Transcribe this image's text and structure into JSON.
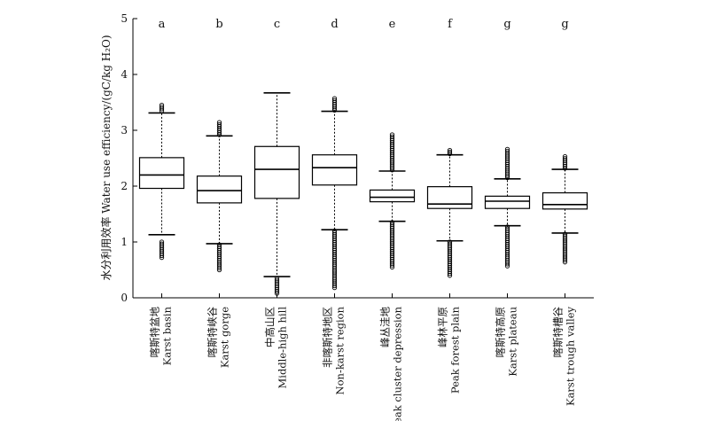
{
  "chart_data": {
    "type": "boxplot",
    "ylabel": "水分利用效率 Water use efficiency/(gC/kg H₂O)",
    "ylim": [
      0,
      5
    ],
    "yticks": [
      "0",
      "1",
      "2",
      "3",
      "4",
      "5"
    ],
    "grid": false,
    "categories": [
      {
        "zh": "喀斯特盆地",
        "en": "Karst basin"
      },
      {
        "zh": "喀斯特峡谷",
        "en": "Karst gorge"
      },
      {
        "zh": "中高山区",
        "en": "Middle-high hill"
      },
      {
        "zh": "非喀斯特地区",
        "en": "Non-karst region"
      },
      {
        "zh": "峰丛洼地",
        "en": "Peak cluster depression"
      },
      {
        "zh": "峰林平原",
        "en": "Peak forest plain"
      },
      {
        "zh": "喀斯特高原",
        "en": "Karst plateau"
      },
      {
        "zh": "喀斯特槽谷",
        "en": "Karst trough valley"
      }
    ],
    "significance": [
      "a",
      "b",
      "c",
      "d",
      "e",
      "f",
      "g",
      "g"
    ],
    "boxes": [
      {
        "whisker_low": 1.13,
        "q1": 1.96,
        "median": 2.2,
        "q3": 2.51,
        "whisker_high": 3.31,
        "outliers_low": [
          0.72,
          1.0
        ],
        "outliers_high": [
          3.35,
          3.45
        ]
      },
      {
        "whisker_low": 0.97,
        "q1": 1.7,
        "median": 1.92,
        "q3": 2.18,
        "whisker_high": 2.9,
        "outliers_low": [
          0.5,
          0.95
        ],
        "outliers_high": [
          2.92,
          3.14
        ]
      },
      {
        "whisker_low": 0.38,
        "q1": 1.78,
        "median": 2.3,
        "q3": 2.71,
        "whisker_high": 3.67,
        "outliers_low": [
          0.08,
          0.35
        ],
        "outliers_high": []
      },
      {
        "whisker_low": 1.22,
        "q1": 2.02,
        "median": 2.33,
        "q3": 2.56,
        "whisker_high": 3.34,
        "outliers_low": [
          0.18,
          1.2
        ],
        "outliers_high": [
          3.36,
          3.57
        ]
      },
      {
        "whisker_low": 1.37,
        "q1": 1.72,
        "median": 1.8,
        "q3": 1.93,
        "whisker_high": 2.27,
        "outliers_low": [
          0.55,
          1.35
        ],
        "outliers_high": [
          2.29,
          2.92
        ]
      },
      {
        "whisker_low": 1.02,
        "q1": 1.6,
        "median": 1.68,
        "q3": 1.99,
        "whisker_high": 2.56,
        "outliers_low": [
          0.4,
          1.0
        ],
        "outliers_high": [
          2.58,
          2.64
        ]
      },
      {
        "whisker_low": 1.29,
        "q1": 1.6,
        "median": 1.73,
        "q3": 1.82,
        "whisker_high": 2.13,
        "outliers_low": [
          0.57,
          1.27
        ],
        "outliers_high": [
          2.15,
          2.5,
          2.66
        ]
      },
      {
        "whisker_low": 1.16,
        "q1": 1.59,
        "median": 1.67,
        "q3": 1.88,
        "whisker_high": 2.3,
        "outliers_low": [
          0.64,
          1.14
        ],
        "outliers_high": [
          2.32,
          2.43,
          2.53
        ]
      }
    ]
  }
}
